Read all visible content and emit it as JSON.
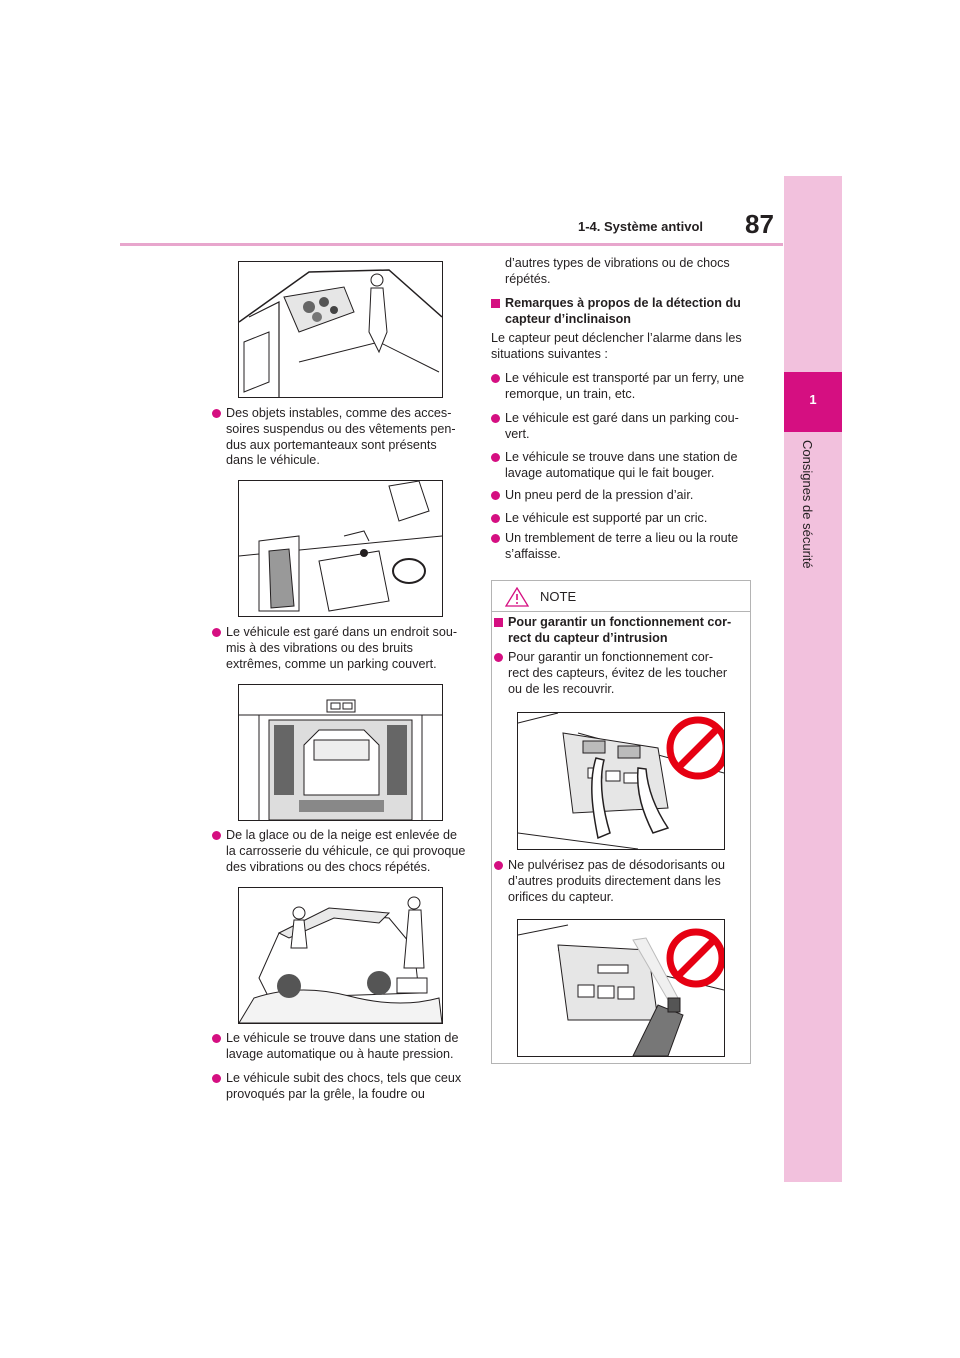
{
  "header": {
    "section_title": "1-4. Système antivol",
    "page_number": "87"
  },
  "side_tab": {
    "chapter_number": "1",
    "chapter_title": "Consignes de sécurité"
  },
  "left_column": {
    "bullets": [
      "Des objets instables, comme des acces-\nsoires suspendus ou des vêtements pen-\ndus aux portemanteaux sont présents\ndans le véhicule.",
      "Le véhicule est garé dans un endroit sou-\nmis à des vibrations ou des bruits\nextrêmes, comme un parking couvert.",
      "De la glace ou de la neige est enlevée de\nla carrosserie du véhicule, ce qui provoque\ndes vibrations ou des chocs répétés.",
      "Le véhicule se trouve dans une station de\nlavage automatique ou à haute pression.",
      "Le véhicule subit des chocs, tels que ceux\nprovoqués par la grêle, la foudre ou"
    ]
  },
  "right_column": {
    "continuation": "d’autres types de vibrations ou de chocs\nrépétés.",
    "subheading": "Remarques à propos de la détection du\ncapteur d’inclinaison",
    "intro": "Le capteur peut déclencher l’alarme dans les\nsituations suivantes :",
    "bullets": [
      "Le véhicule est transporté par un ferry, une\nremorque, un train, etc.",
      "Le véhicule est garé dans un parking cou-\nvert.",
      "Le véhicule se trouve dans une station de\nlavage automatique qui le fait bouger.",
      "Un pneu perd de la pression d’air.",
      "Le véhicule est supporté par un cric.",
      "Un tremblement de terre a lieu ou la route\ns’affaisse."
    ]
  },
  "note": {
    "label": "NOTE",
    "subheading": "Pour garantir un fonctionnement cor-\nrect du capteur d’intrusion",
    "bullets": [
      "Pour garantir un fonctionnement cor-\nrect des capteurs, évitez de les toucher\nou de les recouvrir.",
      "Ne pulvérisez pas de désodorisants ou\nd’autres produits directement dans les\norifices du capteur."
    ]
  },
  "colors": {
    "accent": "#d50f81",
    "tab_light": "#f2c1dd",
    "header_line": "#e8a6cd",
    "prohibition_red": "#e60012"
  }
}
